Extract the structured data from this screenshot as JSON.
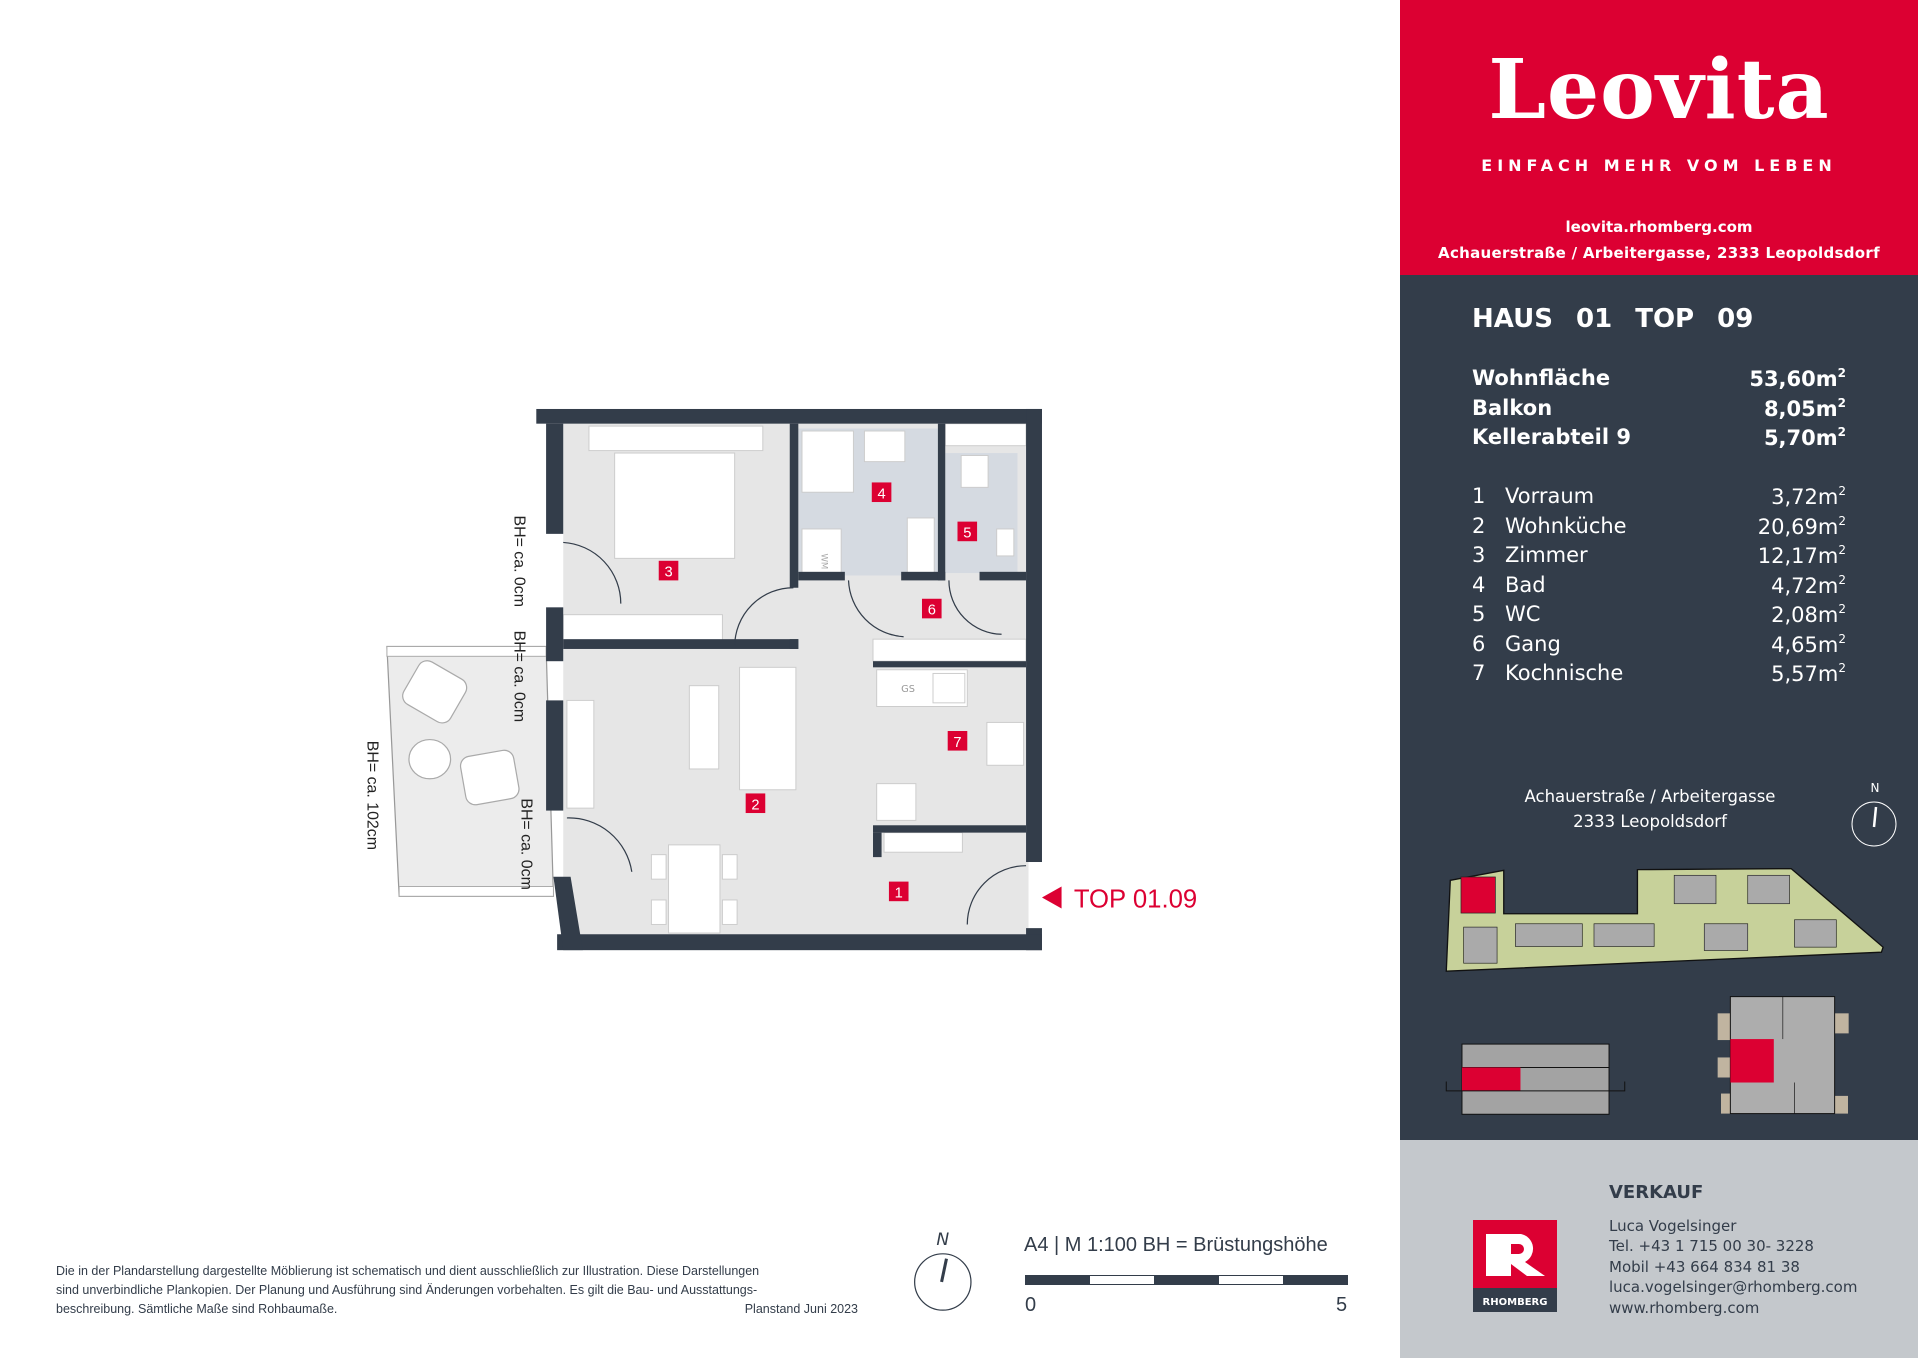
{
  "floorplan": {
    "rooms": [
      "1",
      "2",
      "3",
      "4",
      "5",
      "6",
      "7"
    ],
    "entrance_label": "TOP 01.09",
    "bh_labels": [
      "BH= ca. 0cm",
      "BH= ca. 0cm",
      "BH= ca. 102cm",
      "BH= ca. 0cm"
    ],
    "appliances": {
      "wm": "WM",
      "gs": "GS"
    }
  },
  "footer": {
    "disclaimer": [
      "Die in der Plandarstellung dargestellte Möblierung ist schematisch und dient ausschließlich zur Illustration. Diese Darstellungen",
      "sind unverbindliche Plankopien. Der Planung und Ausführung sind Änderungen vorbehalten. Es gilt die Bau- und Ausstattungs-",
      "beschreibung. Sämtliche Maße sind Rohbaumaße."
    ],
    "planstand": "Planstand Juni 2023",
    "north": "N",
    "scale_text": "A4 | M 1:100  BH = Brüstungshöhe",
    "scale_min": "0",
    "scale_max": "5"
  },
  "brand": {
    "logo": "Leovita",
    "tagline": "EINFACH MEHR VOM LEBEN",
    "url": "leovita.rhomberg.com",
    "address": "Achauerstraße / Arbeitergasse, 2333 Leopoldsdorf",
    "color_red": "#dc0032",
    "color_dark": "#333d4a"
  },
  "unit": {
    "title": "HAUS 01   TOP 09",
    "totals": [
      {
        "label": "Wohnfläche",
        "value": "53,60m",
        "unit_exp": "2"
      },
      {
        "label": "Balkon",
        "value": "8,05m",
        "unit_exp": "2"
      },
      {
        "label": "Kellerabteil 9",
        "value": "5,70m",
        "unit_exp": "2"
      }
    ],
    "rooms": [
      {
        "no": "1",
        "name": "Vorraum",
        "value": "3,72m",
        "unit_exp": "2"
      },
      {
        "no": "2",
        "name": "Wohnküche",
        "value": "20,69m",
        "unit_exp": "2"
      },
      {
        "no": "3",
        "name": "Zimmer",
        "value": "12,17m",
        "unit_exp": "2"
      },
      {
        "no": "4",
        "name": "Bad",
        "value": "4,72m",
        "unit_exp": "2"
      },
      {
        "no": "5",
        "name": "WC",
        "value": "2,08m",
        "unit_exp": "2"
      },
      {
        "no": "6",
        "name": "Gang",
        "value": "4,65m",
        "unit_exp": "2"
      },
      {
        "no": "7",
        "name": "Kochnische",
        "value": "5,57m",
        "unit_exp": "2"
      }
    ]
  },
  "location": {
    "line1": "Achauerstraße / Arbeitergasse",
    "line2": "2333 Leopoldsdorf",
    "north": "N"
  },
  "sales": {
    "heading": "VERKAUF",
    "lines": [
      "Luca Vogelsinger",
      "Tel. +43 1 715 00 30- 3228",
      "Mobil +43 664 834 81 38",
      "luca.vogelsinger@rhomberg.com",
      "www.rhomberg.com"
    ],
    "logo_text": "RHOMBERG"
  }
}
